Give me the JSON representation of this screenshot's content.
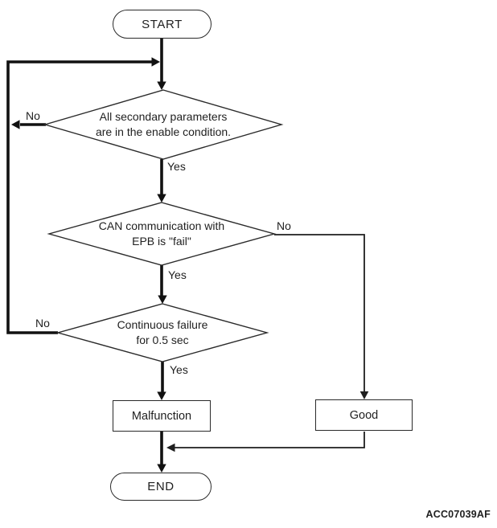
{
  "flowchart": {
    "start": "START",
    "end": "END",
    "decision1": {
      "line1": "All secondary parameters",
      "line2": "are in the enable condition."
    },
    "decision2": {
      "line1": "CAN communication with",
      "line2": "EPB is \"fail\""
    },
    "decision3": {
      "line1": "Continuous failure",
      "line2": "for 0.5 sec"
    },
    "malfunction": "Malfunction",
    "good": "Good",
    "labels": {
      "yes": "Yes",
      "no": "No"
    },
    "figure_code": "ACC07039AF"
  },
  "colors": {
    "ink": "#1f1f1f",
    "background": "#ffffff"
  }
}
